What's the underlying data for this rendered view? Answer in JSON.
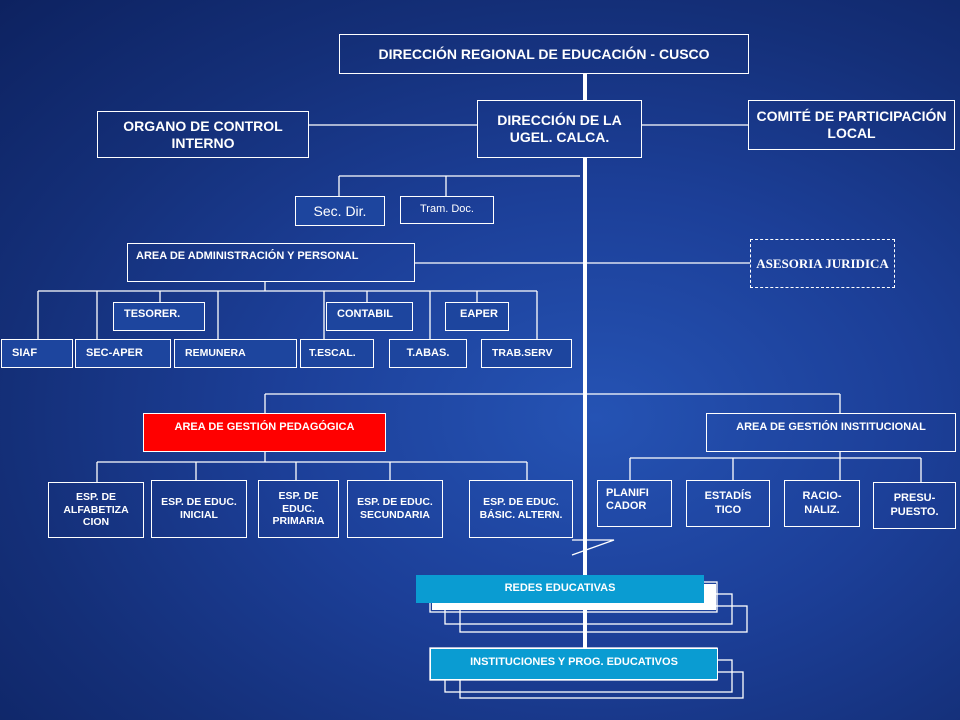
{
  "top": {
    "dre": "DIRECCIÓN REGIONAL DE EDUCACIÓN - CUSCO",
    "ugel": "DIRECCIÓN DE LA UGEL. CALCA.",
    "oci": "ORGANO DE CONTROL INTERNO",
    "comite": "COMITÉ DE PARTICIPACIÓN LOCAL"
  },
  "secretaria": {
    "sec_dir": "Sec. Dir.",
    "tram_doc": "Tram. Doc."
  },
  "administracion": {
    "title": "AREA DE ADMINISTRACIÓN Y PERSONAL",
    "asesoria": "ASESORIA JURIDICA",
    "row1": [
      "TESORER.",
      "CONTABIL",
      "EAPER"
    ],
    "row2": [
      "SIAF",
      "SEC-APER",
      "REMUNERA",
      "T.ESCAL.",
      "T.ABAS.",
      "TRAB.SERV"
    ]
  },
  "pedagogica": {
    "title": "AREA DE GESTIÓN PEDAGÓGICA",
    "items": [
      "ESP. DE ALFABETIZA CION",
      "ESP. DE EDUC. INICIAL",
      "ESP. DE EDUC. PRIMARIA",
      "ESP. DE EDUC. SECUNDARIA",
      "ESP. DE EDUC. BÁSIC. ALTERN."
    ]
  },
  "institucional": {
    "title": "AREA DE GESTIÓN INSTITUCIONAL",
    "items": [
      "PLANIFI CADOR",
      "ESTADÍS TICO",
      "RACIO- NALIZ.",
      "PRESU- PUESTO."
    ]
  },
  "bottom": {
    "redes": "REDES EDUCATIVAS",
    "instituciones": "INSTITUCIONES Y PROG. EDUCATIVOS"
  },
  "colors": {
    "background": "#1c3f98",
    "line": "#ffffff",
    "pedagogica_fill": "#ff0000",
    "redes_fill": "#0a9cd2",
    "instituciones_fill": "#0a9cd2"
  }
}
